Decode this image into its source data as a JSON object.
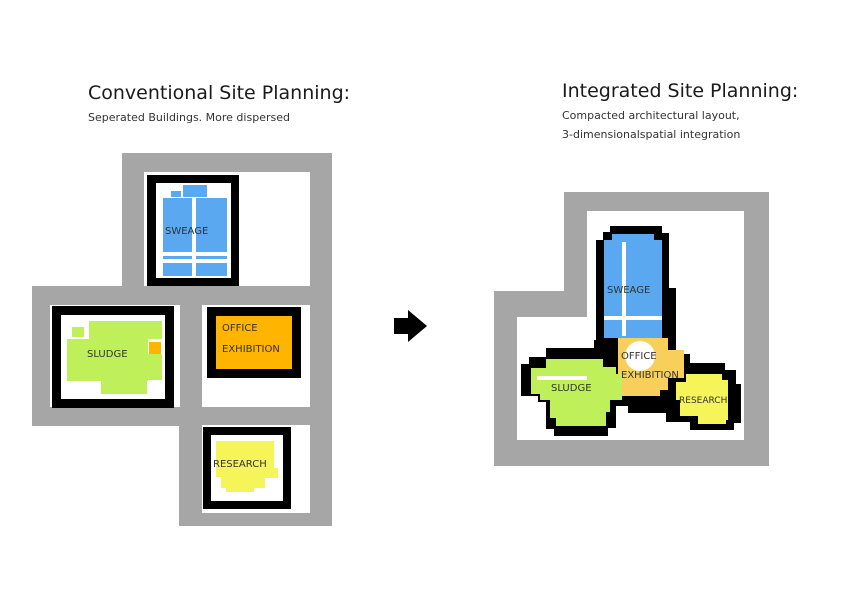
{
  "left_panel": {
    "title": "Conventional Site Planning:",
    "subtitle": "Seperated Buildings. More dispersed",
    "labels": {
      "sweage": "SWEAGE",
      "sludge": "SLUDGE",
      "office": "OFFICE",
      "exhibition": "EXHIBITION",
      "research": "RESEARCH"
    }
  },
  "right_panel": {
    "title": "Integrated Site Planning:",
    "subtitle_line1": "Compacted architectural layout,",
    "subtitle_line2": "3-dimensionalspatial integration",
    "labels": {
      "sweage": "SWEAGE",
      "sludge": "SLUDGE",
      "office": "OFFICE",
      "exhibition": "EXHIBITION",
      "research": "RESEARCH"
    }
  },
  "colors": {
    "site": "#a6a6a6",
    "outline": "#000000",
    "sweage": "#5aa8f0",
    "sludge": "#bff05a",
    "office": "#ffb400",
    "office_light": "#f7cf5a",
    "research": "#f5f55a",
    "sludge_accent": "#ffb400"
  },
  "icons": {
    "arrow": "arrow-right-icon"
  }
}
